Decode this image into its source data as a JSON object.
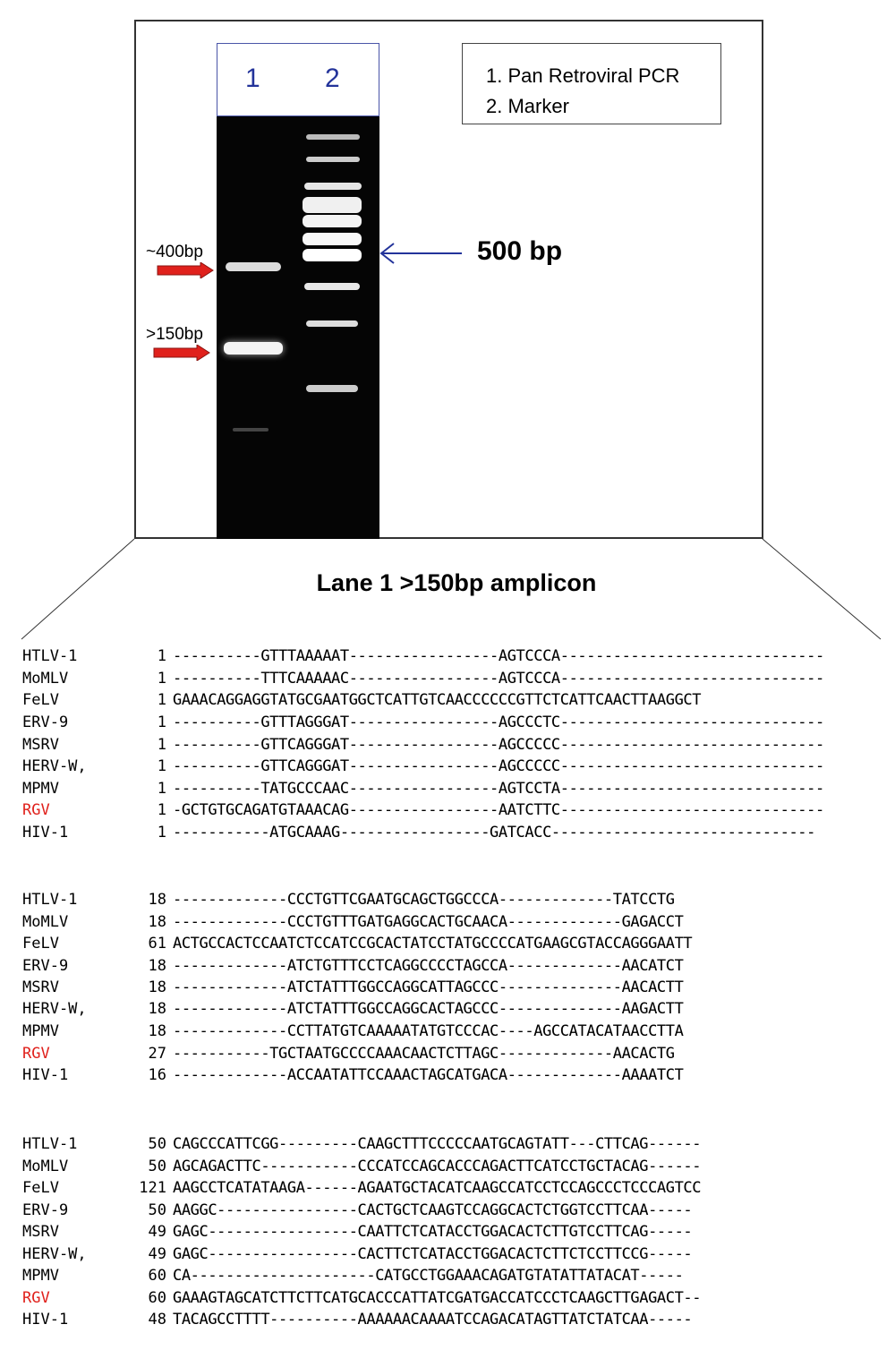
{
  "gel": {
    "lane_labels": [
      "1",
      "2"
    ],
    "legend": [
      "1. Pan Retroviral PCR",
      "2. Marker"
    ],
    "band_labels": [
      "~400bp",
      ">150bp"
    ],
    "marker_label": "500 bp"
  },
  "caption": "Lane 1 >150bp amplicon",
  "colors": {
    "lane_border": "#4a55a8",
    "lane_text": "#23339a",
    "arrow_red": "#e0211c",
    "marker_arrow": "#23339a",
    "highlight": "#e0211c"
  },
  "alignment": {
    "blocks": [
      {
        "rows": [
          {
            "name": "HTLV-1",
            "start": "1",
            "seq": "----------GTTTAAAAAT-----------------AGTCCCA------------------------------"
          },
          {
            "name": "MoMLV",
            "start": "1",
            "seq": "----------TTTCAAAAAC-----------------AGTCCCA------------------------------"
          },
          {
            "name": "FeLV",
            "start": "1",
            "seq": "GAAACAGGAGGTATGCGAATGGCTCATTGTCAACCCCCCGTTCTCATTCAACTTAAGGCT"
          },
          {
            "name": "ERV-9",
            "start": "1",
            "seq": "----------GTTTAGGGAT-----------------AGCCCTC------------------------------"
          },
          {
            "name": "MSRV",
            "start": "1",
            "seq": "----------GTTCAGGGAT-----------------AGCCCCC------------------------------"
          },
          {
            "name": "HERV-W,",
            "start": "1",
            "seq": "----------GTTCAGGGAT-----------------AGCCCCC------------------------------"
          },
          {
            "name": "MPMV",
            "start": "1",
            "seq": "----------TATGCCCAAC-----------------AGTCCTA------------------------------"
          },
          {
            "name": "RGV",
            "start": "1",
            "seq": "-GCTGTGCAGATGTAAACAG-----------------AATCTTC------------------------------"
          },
          {
            "name": "HIV-1",
            "start": "1",
            "seq": "-----------ATGCAAAG-----------------GATCACC------------------------------"
          }
        ]
      },
      {
        "rows": [
          {
            "name": "HTLV-1",
            "start": "18",
            "seq": "-------------CCCTGTTCGAATGCAGCTGGCCCA-------------TATCCTG"
          },
          {
            "name": "MoMLV",
            "start": "18",
            "seq": "-------------CCCTGTTTGATGAGGCACTGCAACA-------------GAGACCT"
          },
          {
            "name": "FeLV",
            "start": "61",
            "seq": "ACTGCCACTCCAATCTCCATCCGCACTATCCTATGCCCCATGAAGCGTACCAGGGAATT"
          },
          {
            "name": "ERV-9",
            "start": "18",
            "seq": "-------------ATCTGTTTCCTCAGGCCCCTAGCCA-------------AACATCT"
          },
          {
            "name": "MSRV",
            "start": "18",
            "seq": "-------------ATCTATTTGGCCAGGCATTAGCCC--------------AACACTT"
          },
          {
            "name": "HERV-W,",
            "start": "18",
            "seq": "-------------ATCTATTTGGCCAGGCACTAGCCC--------------AAGACTT"
          },
          {
            "name": "MPMV",
            "start": "18",
            "seq": "-------------CCTTATGTCAAAAATATGTCCCAC----AGCCATACATAACCTTA"
          },
          {
            "name": "RGV",
            "start": "27",
            "seq": "-----------TGCTAATGCCCCAAACAACTCTTAGC-------------AACACTG"
          },
          {
            "name": "HIV-1",
            "start": "16",
            "seq": "-------------ACCAATATTCCAAACTAGCATGACA-------------AAAATCT"
          }
        ]
      },
      {
        "rows": [
          {
            "name": "HTLV-1",
            "start": "50",
            "seq": "CAGCCCATTCGG---------CAAGCTTTCCCCCAATGCAGTATT---CTTCAG------"
          },
          {
            "name": "MoMLV",
            "start": "50",
            "seq": "AGCAGACTTC-----------CCCATCCAGCACCCAGACTTCATCCTGCTACAG------"
          },
          {
            "name": "FeLV",
            "start": "121",
            "seq": "AAGCCTCATATAAGA------AGAATGCTACATCAAGCCATCCTCCAGCCCTCCCAGTCC"
          },
          {
            "name": "ERV-9",
            "start": "50",
            "seq": "AAGGC----------------CACTGCTCAAGTCCAGGCACTCTGGTCCTTCAA-----"
          },
          {
            "name": "MSRV",
            "start": "49",
            "seq": "GAGC-----------------CAATTCTCATACCTGGACACTCTTGTCCTTCAG-----"
          },
          {
            "name": "HERV-W,",
            "start": "49",
            "seq": "GAGC-----------------CACTTCTCATACCTGGACACTCTTCTCCTTCCG-----"
          },
          {
            "name": "MPMV",
            "start": "60",
            "seq": "CA---------------------CATGCCTGGAAACAGATGTATATTATACAT-----"
          },
          {
            "name": "RGV",
            "start": "60",
            "seq": "GAAAGTAGCATCTTCTTCATGCACCCATTATCGATGACCATCCCTCAAGCTTGAGACT--"
          },
          {
            "name": "HIV-1",
            "start": "48",
            "seq": "TACAGCCTTTT----------AAAAAACAAAATCCAGACATAGTTATCTATCAA-----"
          }
        ]
      }
    ]
  }
}
